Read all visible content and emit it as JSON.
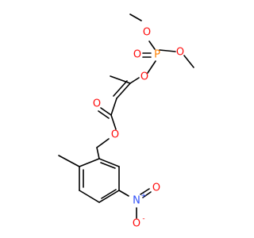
{
  "colors": {
    "background": "#ffffff",
    "bond": "#000000",
    "oxygen": "#ff0d0d",
    "phosphorus": "#ff8000",
    "nitrogen": "#3050f8"
  },
  "atoms": {
    "o_methoxy_a": "O",
    "o_methoxy_b": "O",
    "o_phosphoryl": "O",
    "p": "P",
    "o_enol": "O",
    "o_carbonyl": "O",
    "o_ester": "O",
    "n_nitro": "N",
    "n_plus": "+",
    "o_nitro_top": "O",
    "o_nitro_bottom": "O",
    "o_minus": "-"
  }
}
